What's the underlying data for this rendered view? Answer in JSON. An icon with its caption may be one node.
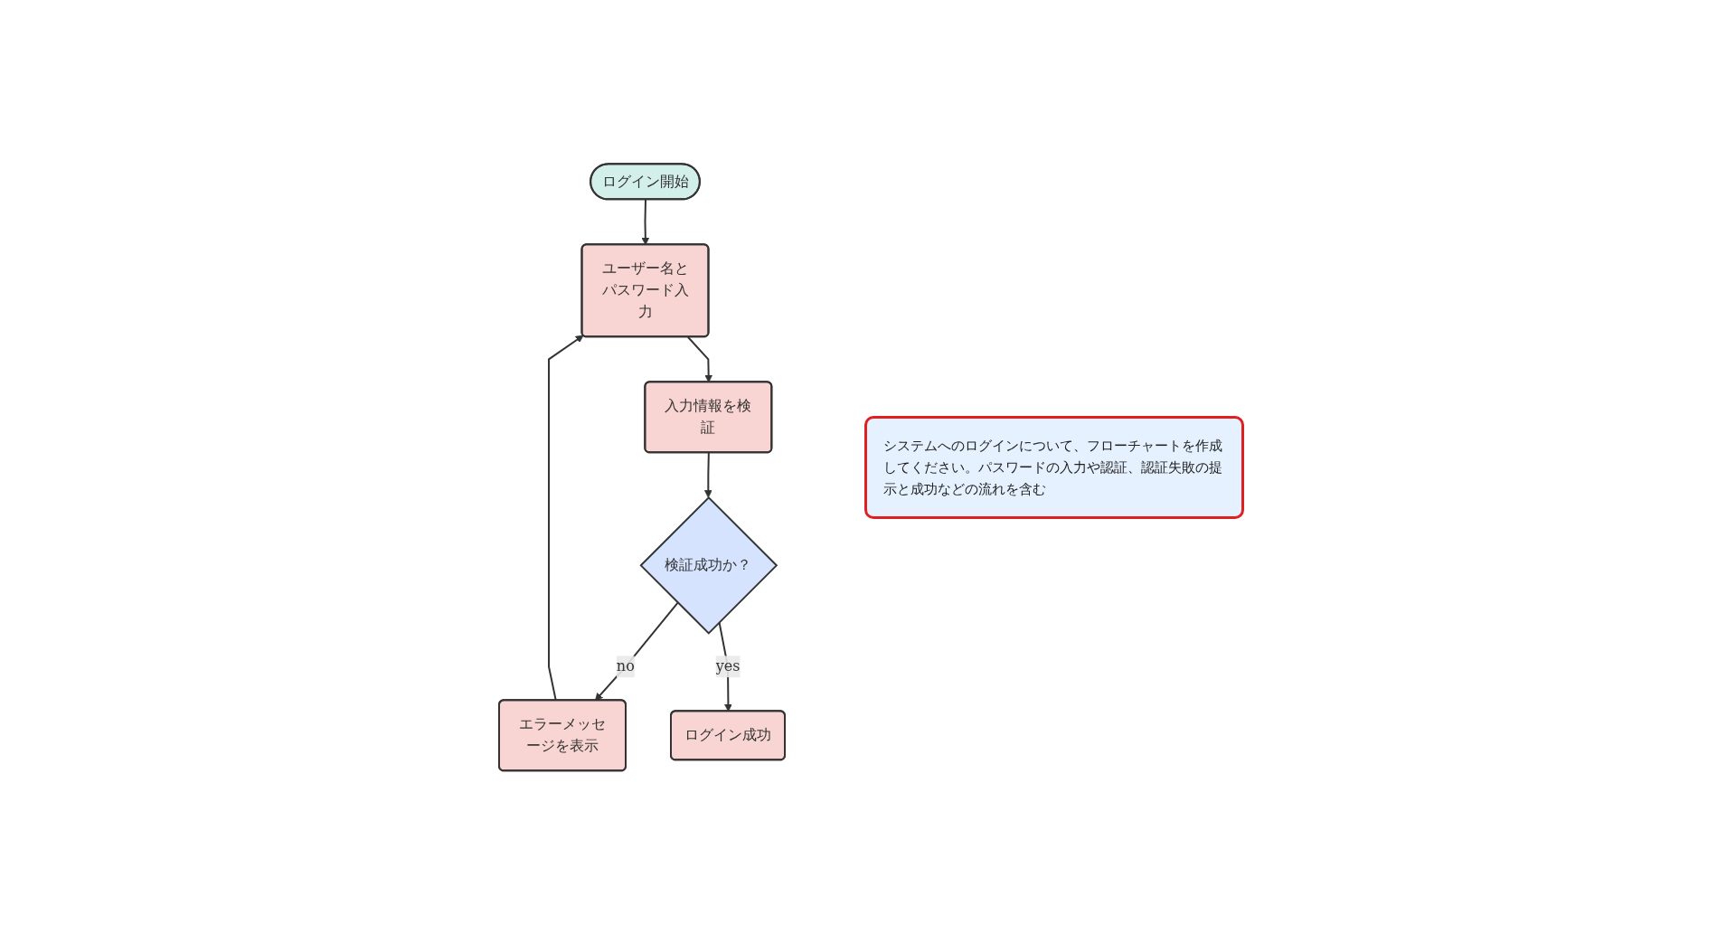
{
  "diagram": {
    "nodes": [
      {
        "text": [
          "ログイン開始"
        ]
      },
      {
        "text": [
          "ユーザー名とパスワード入力"
        ]
      },
      {
        "text": [
          "入力情報を検証"
        ]
      },
      {
        "text": [
          "検証成功か？"
        ]
      },
      {
        "text": [
          "エラーメッセージを表示"
        ]
      },
      {
        "text": [
          "ログイン成功"
        ]
      }
    ],
    "edges": [
      {
        "from": 0,
        "to": 1,
        "arrow": "to"
      },
      {
        "from": 1,
        "to": 2,
        "arrow": "to"
      },
      {
        "from": 2,
        "to": 3,
        "arrow": "to"
      },
      {
        "from": 3,
        "to": 4,
        "arrow": "to",
        "label": "no"
      },
      {
        "from": 4,
        "to": 1,
        "arrow": "to"
      },
      {
        "from": 3,
        "to": 5,
        "arrow": "to",
        "label": "yes"
      }
    ],
    "labels": [
      "システムへのログインについて、フローチャートを作成してください。パスワードの入力や認証、認証失敗の提示と成功などの流れを含む"
    ]
  }
}
